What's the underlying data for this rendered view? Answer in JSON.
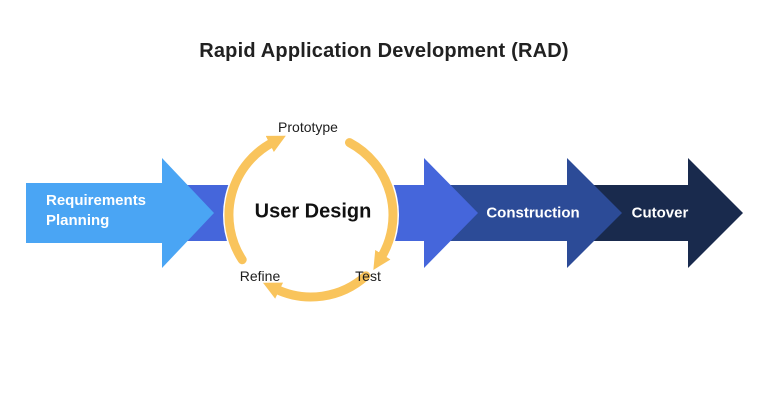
{
  "title": "Rapid Application Development (RAD)",
  "arrows": [
    {
      "label": "Requirements Planning",
      "color": "#4AA5F4",
      "text_color": "#FFFFFF"
    },
    {
      "label": "",
      "color": "#4566DB",
      "text_color": "#FFFFFF"
    },
    {
      "label": "Construction",
      "color": "#2C4B97",
      "text_color": "#FFFFFF"
    },
    {
      "label": "Cutover",
      "color": "#192A4D",
      "text_color": "#FFFFFF"
    }
  ],
  "cycle": {
    "center_label": "User Design",
    "top_label": "Prototype",
    "bottom_right_label": "Test",
    "bottom_left_label": "Refine",
    "arrow_color": "#F9C45C",
    "direction": "clockwise"
  },
  "colors": {
    "background": "#FFFFFF",
    "title_text": "#212121",
    "cycle_label_text": "#1E1E1E"
  }
}
